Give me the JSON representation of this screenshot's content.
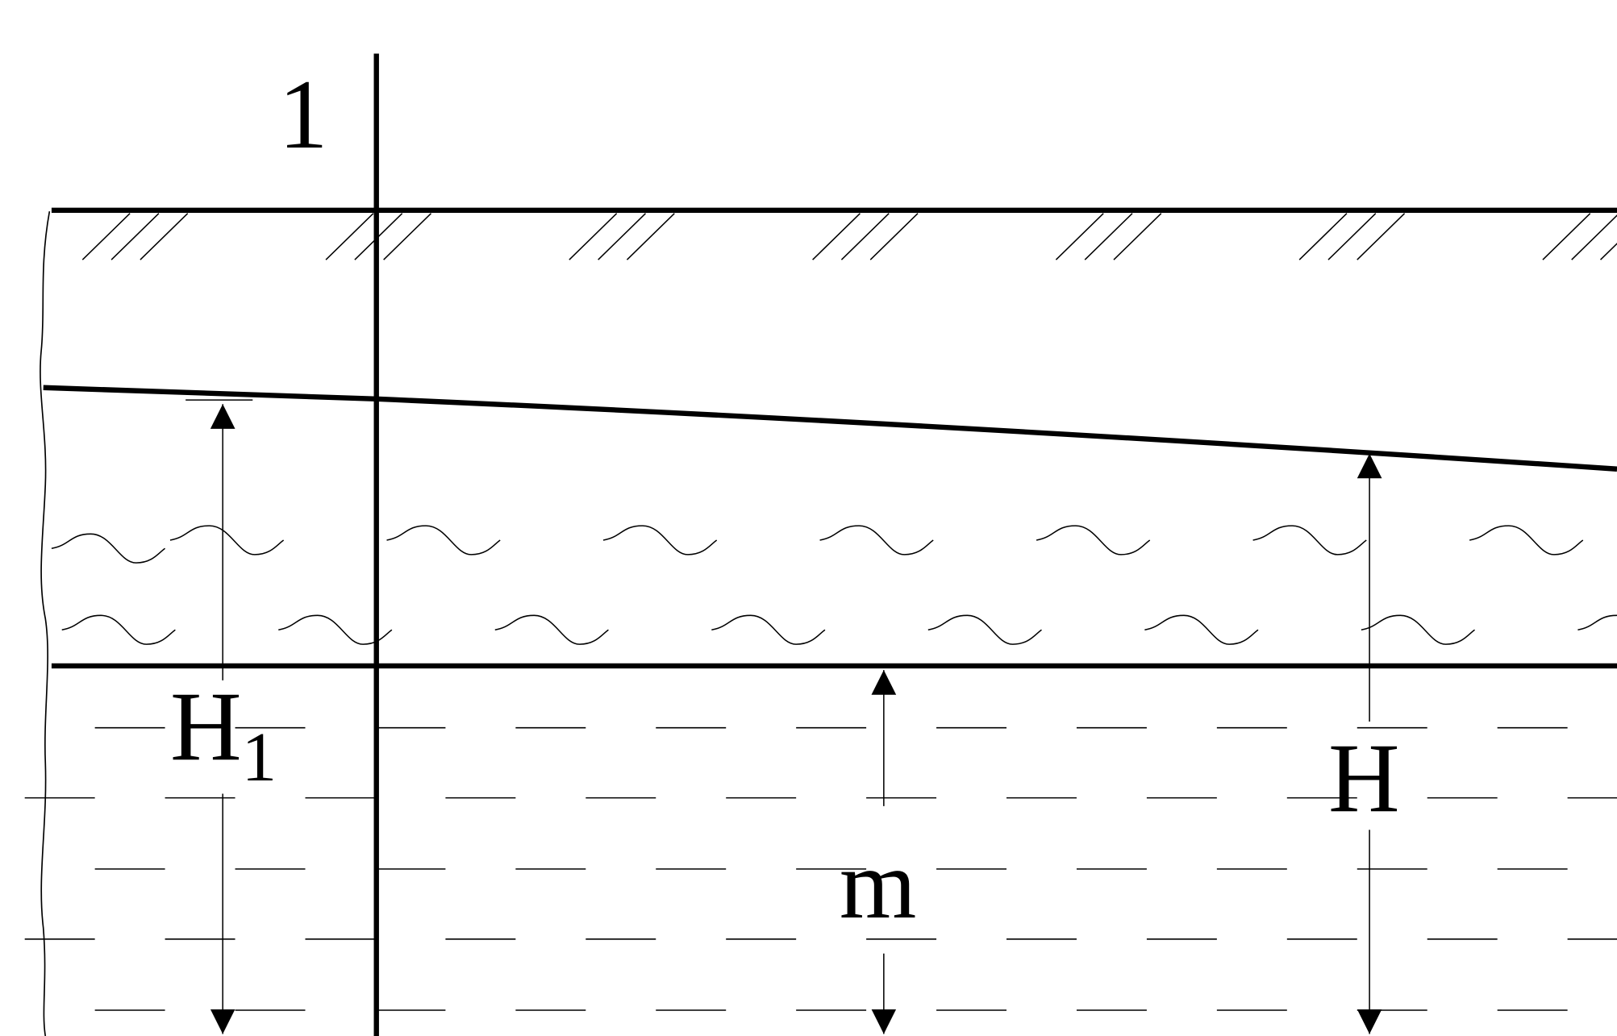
{
  "labels": {
    "section": "1",
    "h1_main": "H",
    "h1_sub": "1",
    "h": "H",
    "m": "m"
  },
  "colors": {
    "ink": "#000000",
    "background": "#ffffff"
  }
}
